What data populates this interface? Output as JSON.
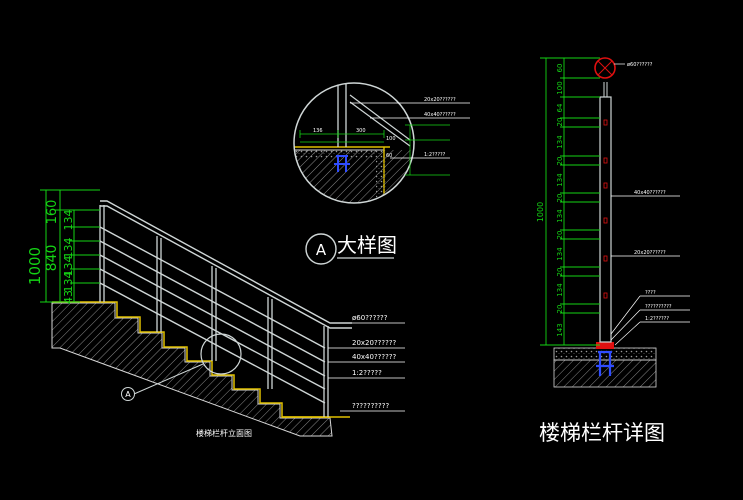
{
  "colors": {
    "background": "#000000",
    "railing": "#cfd6d6",
    "dimension": "#14d414",
    "annotation": "#ffffff",
    "leader": "#ffffff",
    "stair_outline": "#d8d8d8",
    "stair_nosing": "#e0c000",
    "hatch": "#8a8a8a",
    "anchor": "#2f4cff",
    "post_cap": "#e01010",
    "title": "#ffffff"
  },
  "callout": {
    "marker": "A",
    "title": "大样图",
    "bottom_marker": "A"
  },
  "left_elevation": {
    "caption": "楼梯栏杆立面图",
    "dims_vertical": [
      "1000",
      "840",
      "160",
      "134",
      "134",
      "134",
      "134",
      "43"
    ],
    "notes": [
      "ø60??????",
      "20x20??????",
      "40x40??????",
      "1:2?????",
      "??????????"
    ]
  },
  "detail_circle": {
    "notes": [
      "20x20??????",
      "40x40??????",
      "1:2?????"
    ],
    "dims": [
      "136",
      "300",
      "100",
      "60"
    ]
  },
  "right_detail": {
    "title": "楼梯栏杆详图",
    "overall_dim": "1000",
    "dims": [
      "60",
      "100",
      "20",
      "64",
      "134",
      "20",
      "134",
      "20",
      "134",
      "20",
      "134",
      "20",
      "134",
      "20",
      "143"
    ],
    "notes": [
      "ø60??????",
      "40x40??????",
      "20x20??????",
      "????",
      "??????????",
      "1:2??????"
    ]
  }
}
